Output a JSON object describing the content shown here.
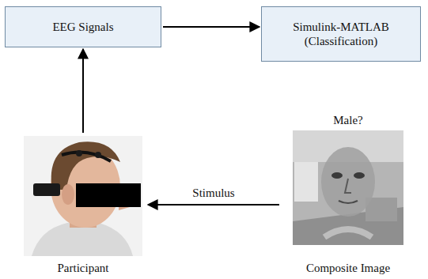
{
  "diagram": {
    "nodes": [
      {
        "text": [
          "EEG Signals"
        ]
      },
      {
        "text": [
          "Simulink-MATLAB (Classification)"
        ]
      },
      {
        "text": [
          "Participant"
        ]
      },
      {
        "text": [
          "Male?",
          "Composite Image"
        ]
      }
    ],
    "edges": [
      {
        "from": 0,
        "to": 1,
        "arrow": "to"
      },
      {
        "from": 3,
        "to": 2,
        "label": "Stimulus",
        "arrow": "to"
      },
      {
        "from": 2,
        "to": 0,
        "arrow": "to"
      }
    ]
  }
}
